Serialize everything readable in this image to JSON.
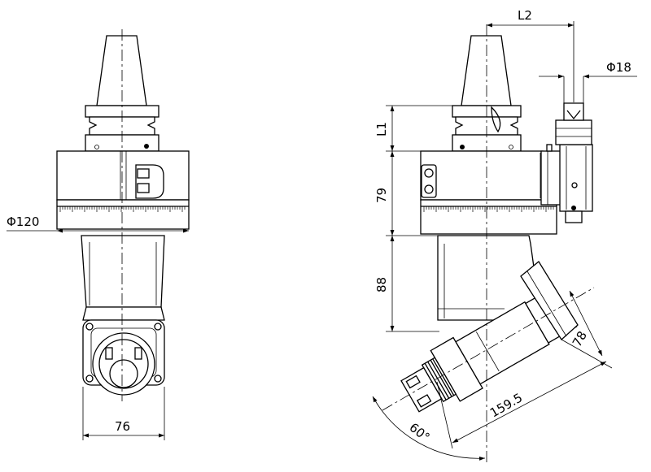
{
  "drawing": {
    "labels": {
      "dia_120": "Φ120",
      "width_76": "76",
      "l2": "L2",
      "dia_18": "Φ18",
      "l1": "L1",
      "h_79": "79",
      "h_88": "88",
      "len_78": "78",
      "len_159_5": "159.5",
      "angle_60": "60°"
    }
  }
}
